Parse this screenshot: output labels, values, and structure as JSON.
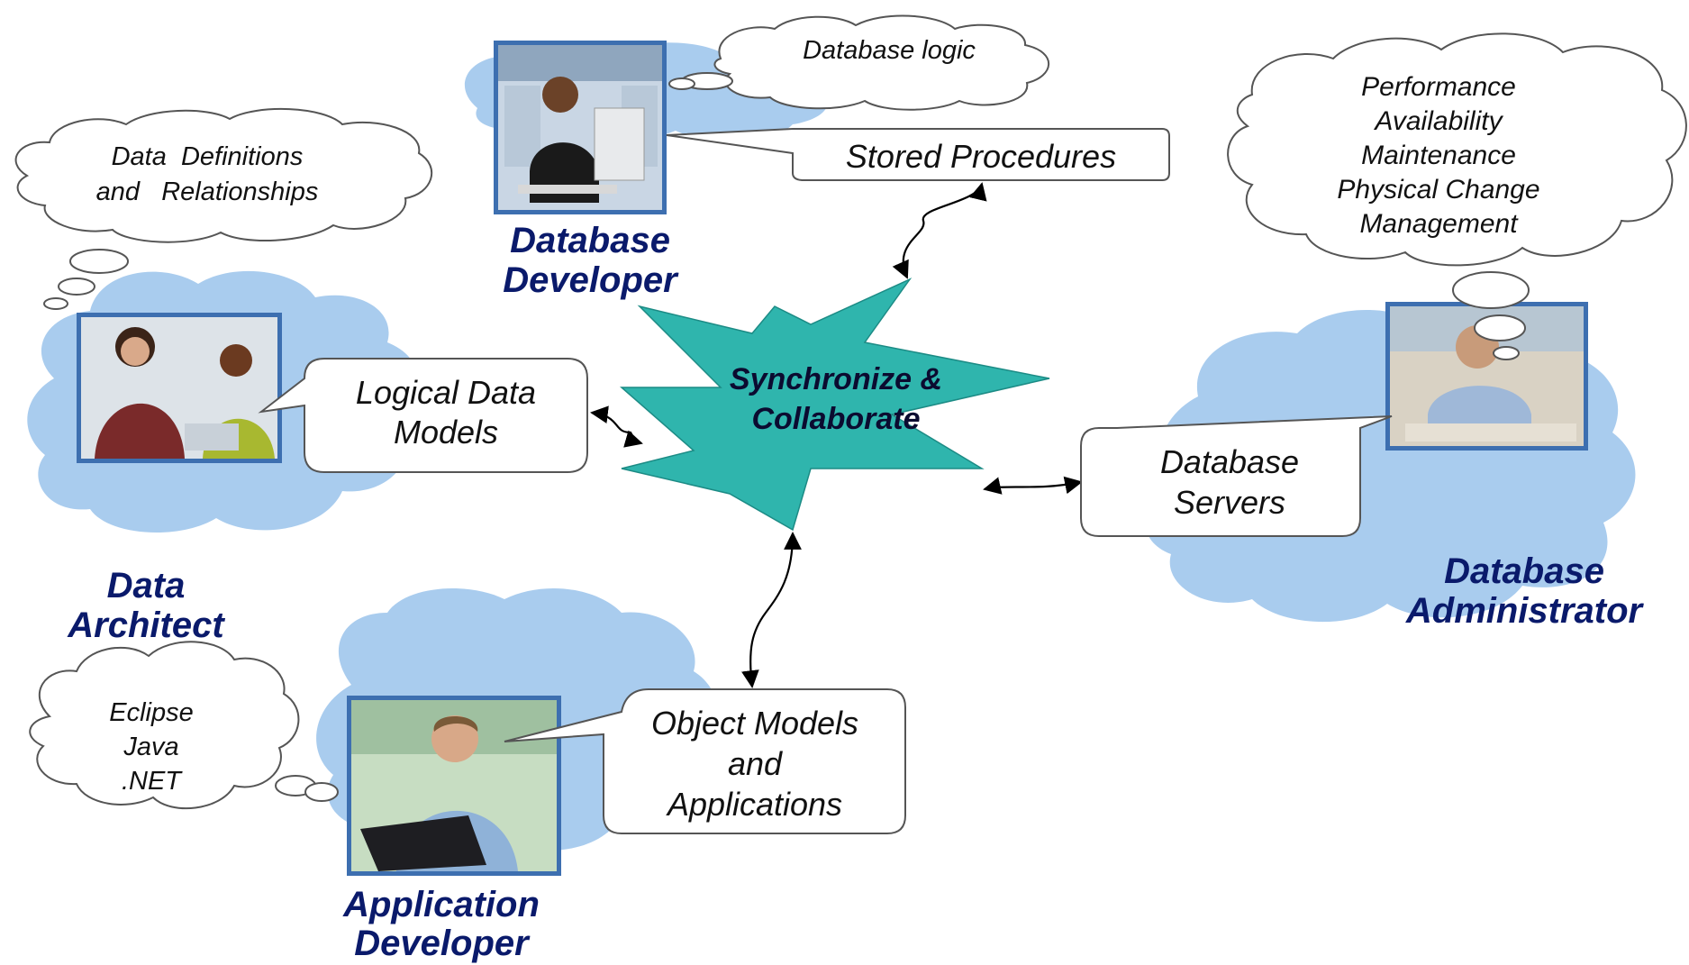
{
  "center": {
    "line1": "Synchronize &",
    "line2": "Collaborate"
  },
  "roles": {
    "database_developer": {
      "line1": "Database",
      "line2": "Developer"
    },
    "data_architect": {
      "line1": "Data",
      "line2": "Architect"
    },
    "database_administrator": {
      "line1": "Database",
      "line2": "Administrator"
    },
    "application_developer": {
      "line1": "Application",
      "line2": "Developer"
    }
  },
  "speech": {
    "stored_procedures": "Stored Procedures",
    "logical_data_models": {
      "line1": "Logical Data",
      "line2": "Models"
    },
    "database_servers": {
      "line1": "Database",
      "line2": "Servers"
    },
    "object_models": {
      "line1": "Object Models",
      "line2": "and",
      "line3": "Applications"
    }
  },
  "thoughts": {
    "database_logic": "Database logic",
    "data_definitions": {
      "line1": "Data  Definitions",
      "line2": "and   Relationships"
    },
    "dba": {
      "line1": "Performance",
      "line2": "Availability",
      "line3": "Maintenance",
      "line4": "Physical Change",
      "line5": "Management"
    },
    "app_dev": {
      "line1": "Eclipse",
      "line2": "Java",
      "line3": ".NET"
    }
  },
  "colors": {
    "center_star": "#2fb5ad",
    "role_text": "#0a1a6b",
    "sky_cloud": "#a9ccee"
  },
  "icons": [
    "person-photo-database-developer",
    "person-photo-data-architect",
    "person-photo-database-administrator",
    "person-photo-application-developer"
  ]
}
